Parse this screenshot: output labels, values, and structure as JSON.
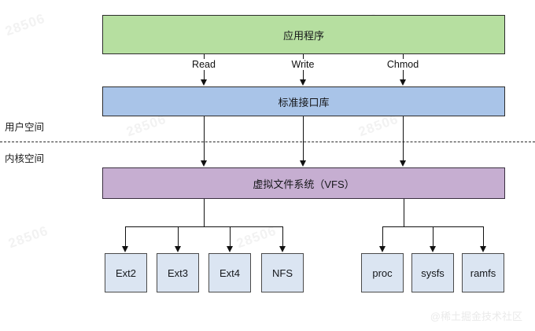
{
  "diagram": {
    "title_layers": {
      "application": "应用程序",
      "standard_library": "标准接口库",
      "vfs": "虚拟文件系统（VFS）"
    },
    "syscalls": [
      {
        "label": "Read"
      },
      {
        "label": "Write"
      },
      {
        "label": "Chmod"
      }
    ],
    "space_labels": {
      "user": "用户空间",
      "kernel": "内核空间"
    },
    "filesystems_disk": [
      {
        "label": "Ext2"
      },
      {
        "label": "Ext3"
      },
      {
        "label": "Ext4"
      },
      {
        "label": "NFS"
      }
    ],
    "filesystems_virtual": [
      {
        "label": "proc"
      },
      {
        "label": "sysfs"
      },
      {
        "label": "ramfs"
      }
    ],
    "colors": {
      "application_fill": "#b6dfa0",
      "library_fill": "#a9c4e8",
      "vfs_fill": "#c6aed1",
      "filesystem_fill": "#dbe5f2",
      "line": "#111111"
    },
    "watermarks": {
      "brand": "@稀土掘金技术社区",
      "tiles": [
        {
          "text": "28506"
        },
        {
          "text": "28506"
        },
        {
          "text": "28506"
        },
        {
          "text": "28506"
        },
        {
          "text": "28506"
        },
        {
          "text": "28506"
        }
      ]
    }
  }
}
